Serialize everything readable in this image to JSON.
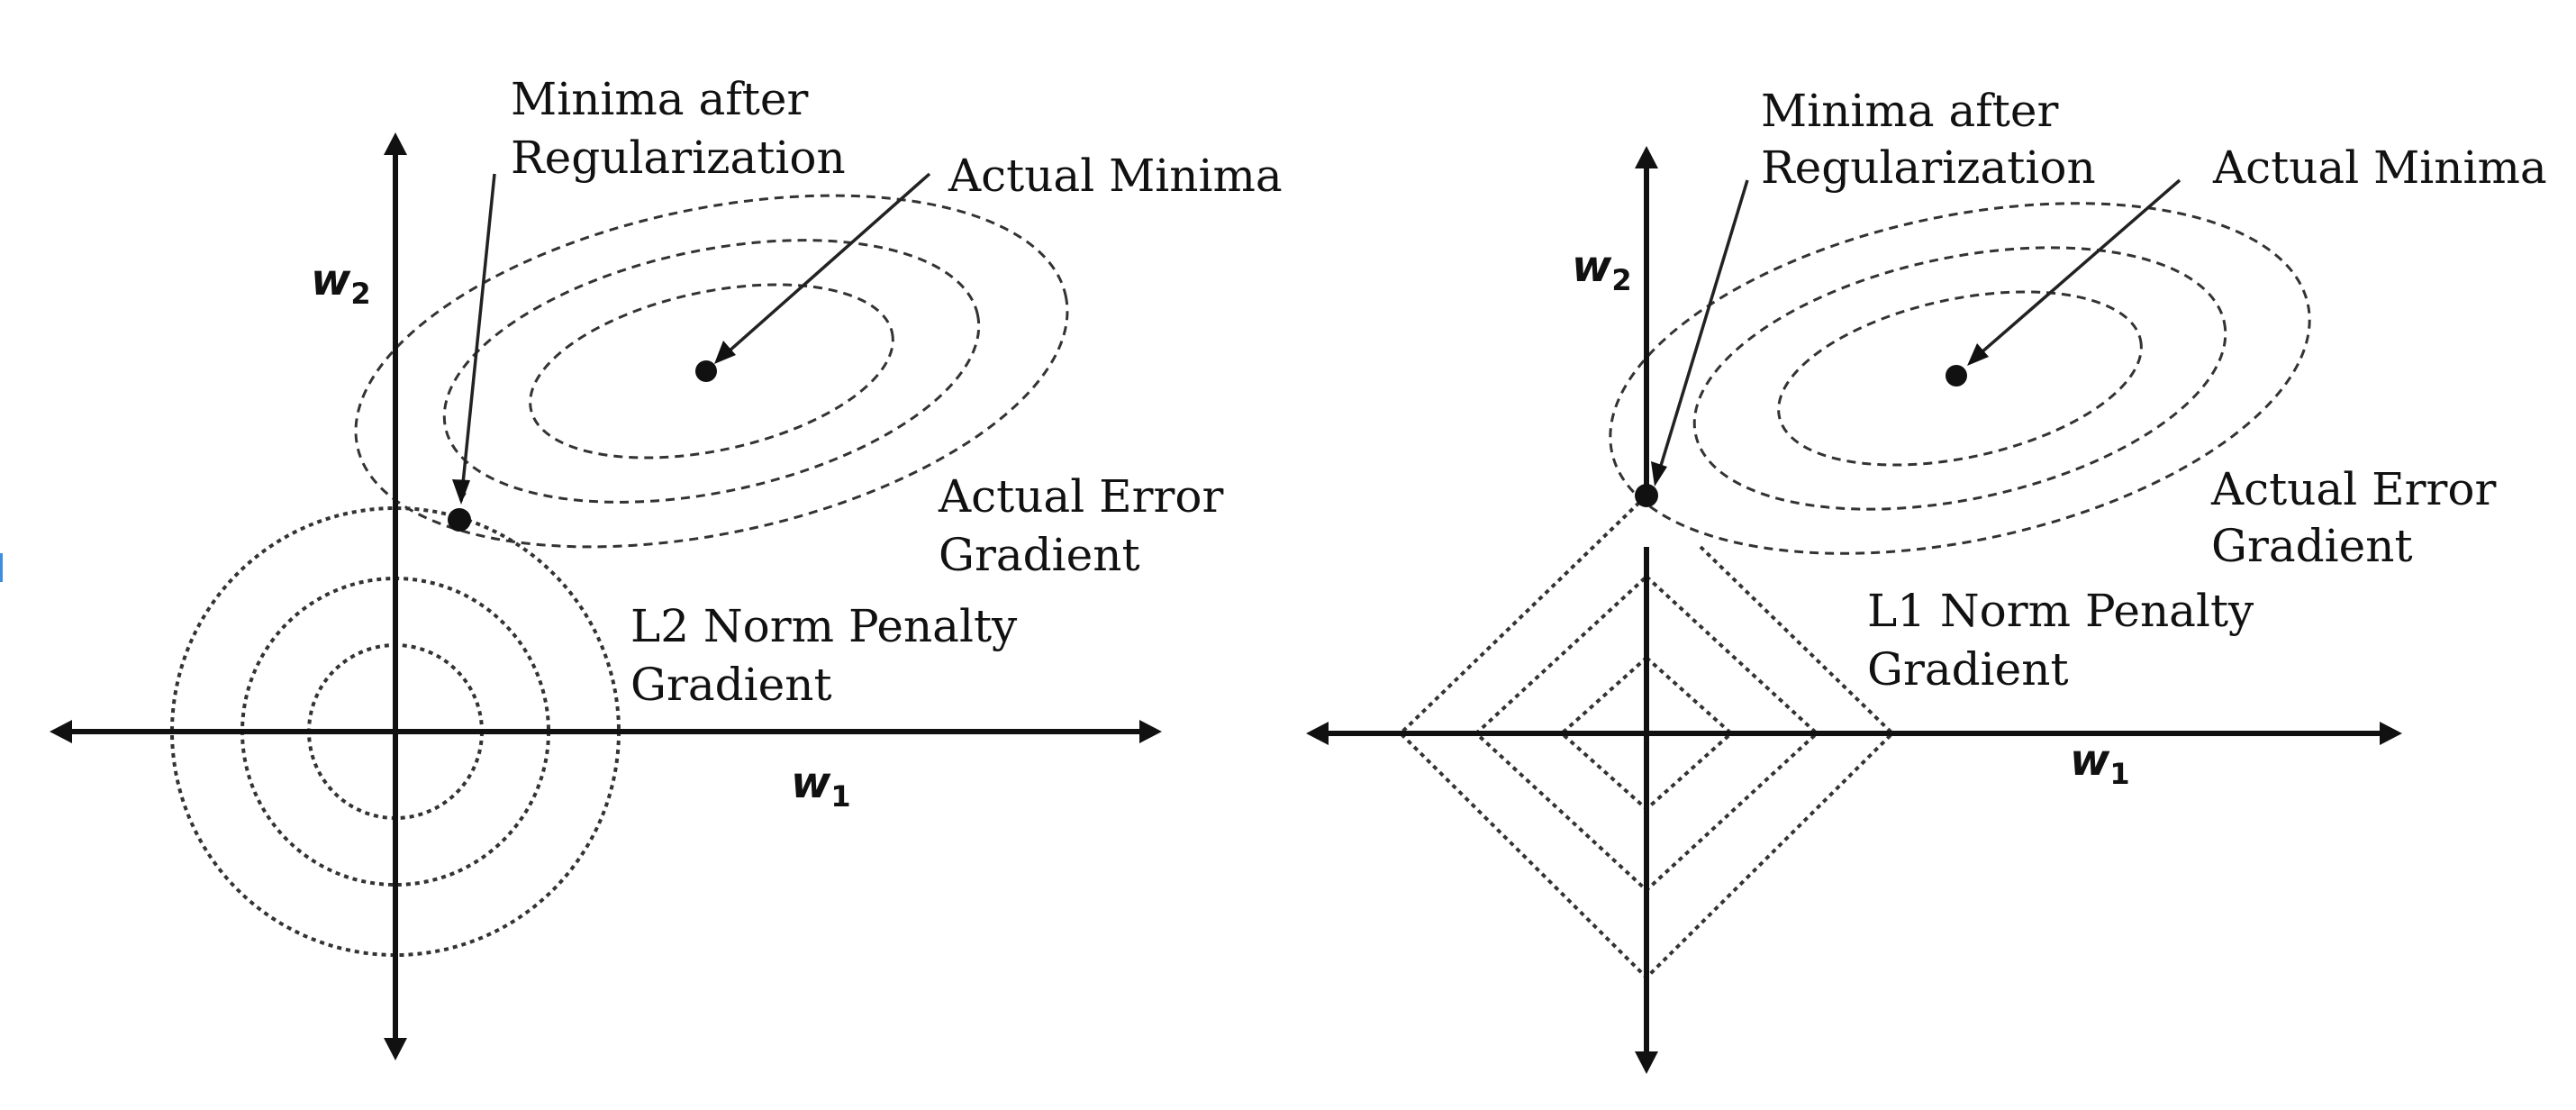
{
  "figure": {
    "left_panel": {
      "title": "L2 regularization",
      "labels": {
        "reg_minima_line1": "Minima after",
        "reg_minima_line2": "Regularization",
        "actual_minima": "Actual Minima",
        "error_line1": "Actual Error",
        "error_line2": "Gradient",
        "penalty_line1": "L2 Norm Penalty",
        "penalty_line2": "Gradient",
        "x_axis": "w",
        "x_axis_sub": "1",
        "y_axis": "w",
        "y_axis_sub": "2"
      },
      "penalty_shape": "circle",
      "penalty_contours": 3,
      "error_contours": 3
    },
    "right_panel": {
      "title": "L1 regularization",
      "labels": {
        "reg_minima_line1": "Minima after",
        "reg_minima_line2": "Regularization",
        "actual_minima": "Actual Minima",
        "error_line1": "Actual Error",
        "error_line2": "Gradient",
        "penalty_line1": "L1 Norm Penalty",
        "penalty_line2": "Gradient",
        "x_axis": "w",
        "x_axis_sub": "1",
        "y_axis": "w",
        "y_axis_sub": "2"
      },
      "penalty_shape": "diamond",
      "penalty_contours": 3,
      "error_contours": 3
    },
    "colors": {
      "ink": "#111111",
      "edge_mark": "#3b8ee0"
    }
  }
}
